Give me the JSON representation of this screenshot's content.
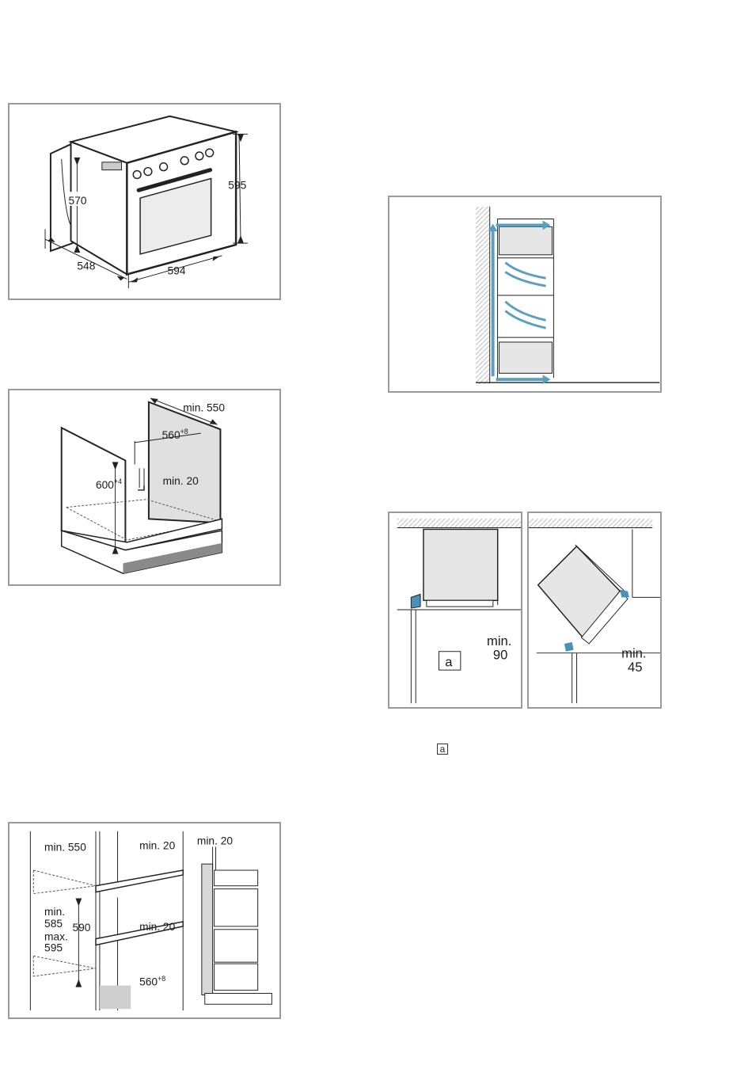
{
  "oven_dimensions": {
    "height": "595",
    "inner_height": "570",
    "depth": "548",
    "width": "594"
  },
  "base_cabinet": {
    "min_depth": "min. 550",
    "width": "560",
    "width_tol": "+8",
    "height": "600",
    "height_tol": "+4",
    "min_gap": "min. 20"
  },
  "tall_cabinet": {
    "min_depth": "min. 550",
    "min_gap_top": "min. 20",
    "min_gap_mid": "min. 20",
    "min_height_label": "min.",
    "min_height_value": "585",
    "max_height_label": "max.",
    "max_height_value": "595",
    "height": "590",
    "width": "560",
    "width_tol": "+8",
    "side_gap": "min. 20"
  },
  "corner_install": {
    "callout": "a",
    "gap_left_label": "min.",
    "gap_left_value": "90",
    "gap_right_label": "min.",
    "gap_right_value": "45"
  },
  "legend": {
    "marker": "a"
  },
  "colors": {
    "airflow": "#5a9fc0",
    "appliance_fill": "#dcdcdc",
    "frame": "#9a9a9a",
    "blue_strip": "#4a90b8"
  }
}
